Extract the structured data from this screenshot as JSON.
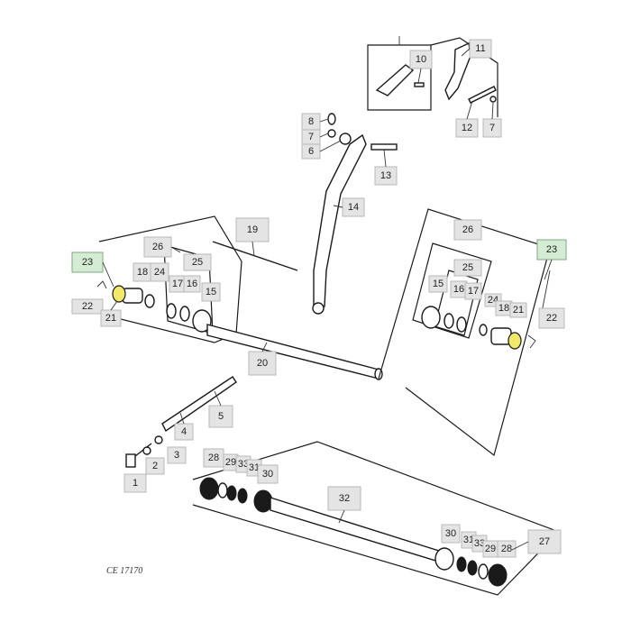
{
  "drawing_id": "CE 17170",
  "callouts": {
    "c1": "1",
    "c2": "2",
    "c3": "3",
    "c4": "4",
    "c5": "5",
    "c6": "6",
    "c7a": "7",
    "c7b": "7",
    "c8": "8",
    "c10": "10",
    "c11": "11",
    "c12": "12",
    "c13": "13",
    "c14": "14",
    "c15l": "15",
    "c15r": "15",
    "c16l": "16",
    "c16r": "16",
    "c17l": "17",
    "c17r": "17",
    "c18l": "18",
    "c18r": "18",
    "c19": "19",
    "c20": "20",
    "c21l": "21",
    "c21r": "21",
    "c22l": "22",
    "c22r": "22",
    "c23l": "23",
    "c23r": "23",
    "c24l": "24",
    "c24r": "24",
    "c25l": "25",
    "c25r": "25",
    "c26l": "26",
    "c26r": "26",
    "c27": "27",
    "c28l": "28",
    "c28r": "28",
    "c29l": "29",
    "c29r": "29",
    "c30l": "30",
    "c30r": "30",
    "c31l": "31",
    "c31r": "31",
    "c32": "32",
    "c33l": "33",
    "c33r": "33"
  },
  "colors": {
    "highlight": "#f2e86a",
    "callout_fill": "#e4e4e4",
    "callout_highlight_fill": "#d4ecd4"
  }
}
